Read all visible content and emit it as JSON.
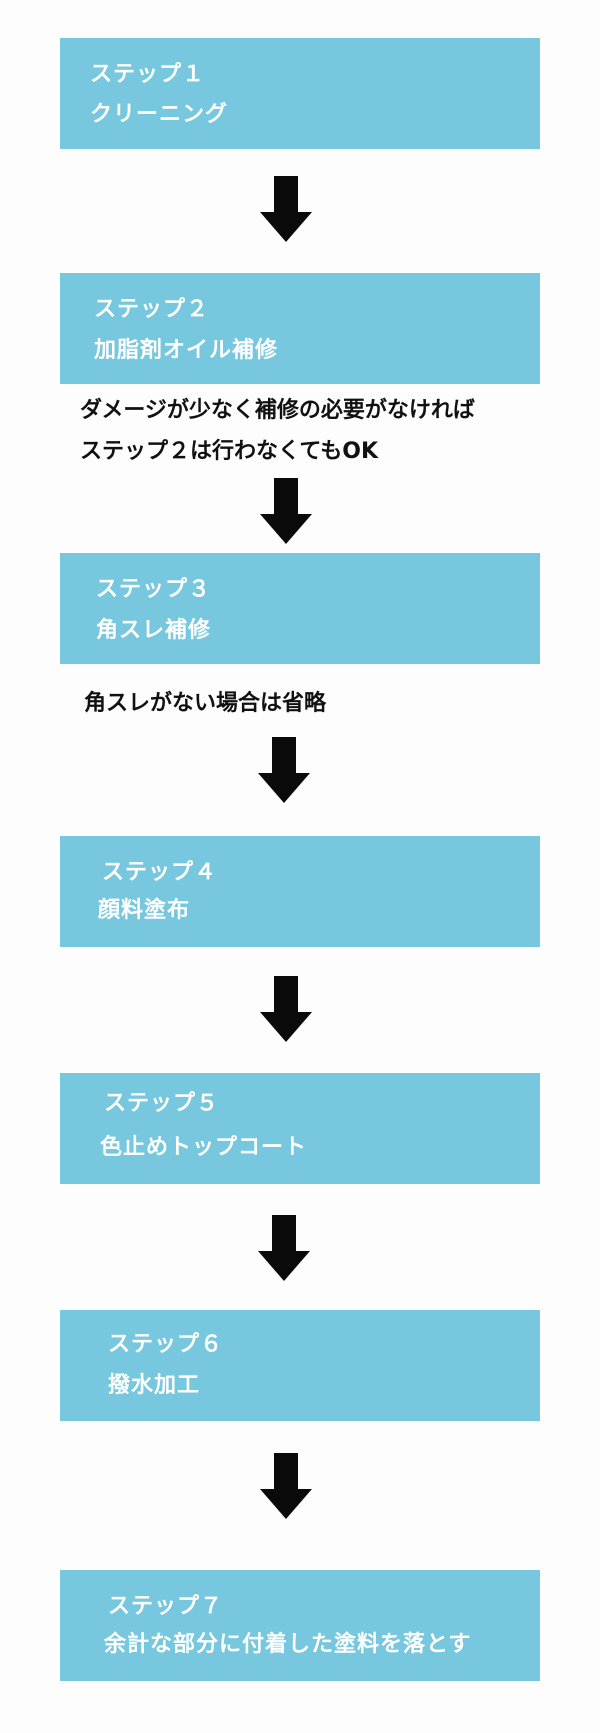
{
  "colors": {
    "box": "#77c8df",
    "box_text": "#ffffff",
    "arrow": "#0a0a0a",
    "note_text": "#111111"
  },
  "steps": [
    {
      "label": "ステップ１",
      "title": "クリーニング"
    },
    {
      "label": "ステップ２",
      "title": "加脂剤オイル補修"
    },
    {
      "label": "ステップ３",
      "title": "角スレ補修"
    },
    {
      "label": "ステップ４",
      "title": "顔料塗布"
    },
    {
      "label": "ステップ５",
      "title": "色止めトップコート"
    },
    {
      "label": "ステップ６",
      "title": "撥水加工"
    },
    {
      "label": "ステップ７",
      "title": "余計な部分に付着した塗料を落とす"
    }
  ],
  "notes": {
    "step2_line1": "ダメージが少なく補修の必要がなければ",
    "step2_line2": "ステップ２は行わなくてもOK",
    "step3": "角スレがない場合は省略"
  },
  "arrow_icon": "down-arrow-icon"
}
